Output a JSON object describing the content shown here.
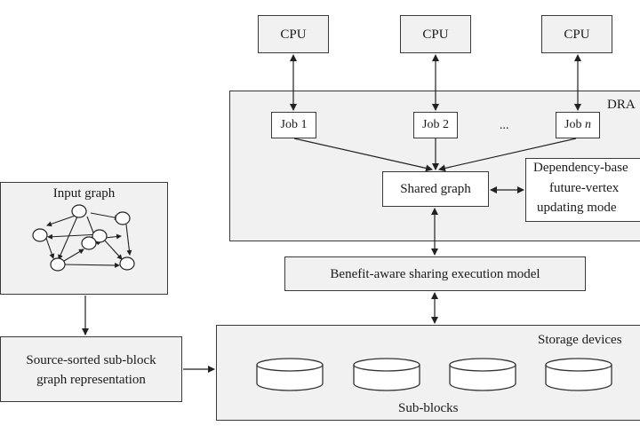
{
  "cpus": [
    {
      "label": "CPU"
    },
    {
      "label": "CPU"
    },
    {
      "label": "CPU"
    }
  ],
  "dram": {
    "label": "DRA",
    "jobs": [
      {
        "prefix": "Job",
        "num": "1"
      },
      {
        "prefix": "Job",
        "num": "2"
      },
      {
        "prefix": "Job",
        "num": "n"
      }
    ],
    "ellipsis": "...",
    "shared_graph": "Shared graph",
    "dependency_model": {
      "line1": "Dependency-base",
      "line2": "future-vertex",
      "line3": "updating mode"
    }
  },
  "benefit_model": "Benefit-aware sharing execution model",
  "input_graph": {
    "title": "Input graph"
  },
  "source_sorted": {
    "line1": "Source-sorted sub-block",
    "line2": "graph representation"
  },
  "storage": {
    "label": "Storage devices",
    "sub_blocks": "Sub-blocks",
    "disk_count": 4
  }
}
